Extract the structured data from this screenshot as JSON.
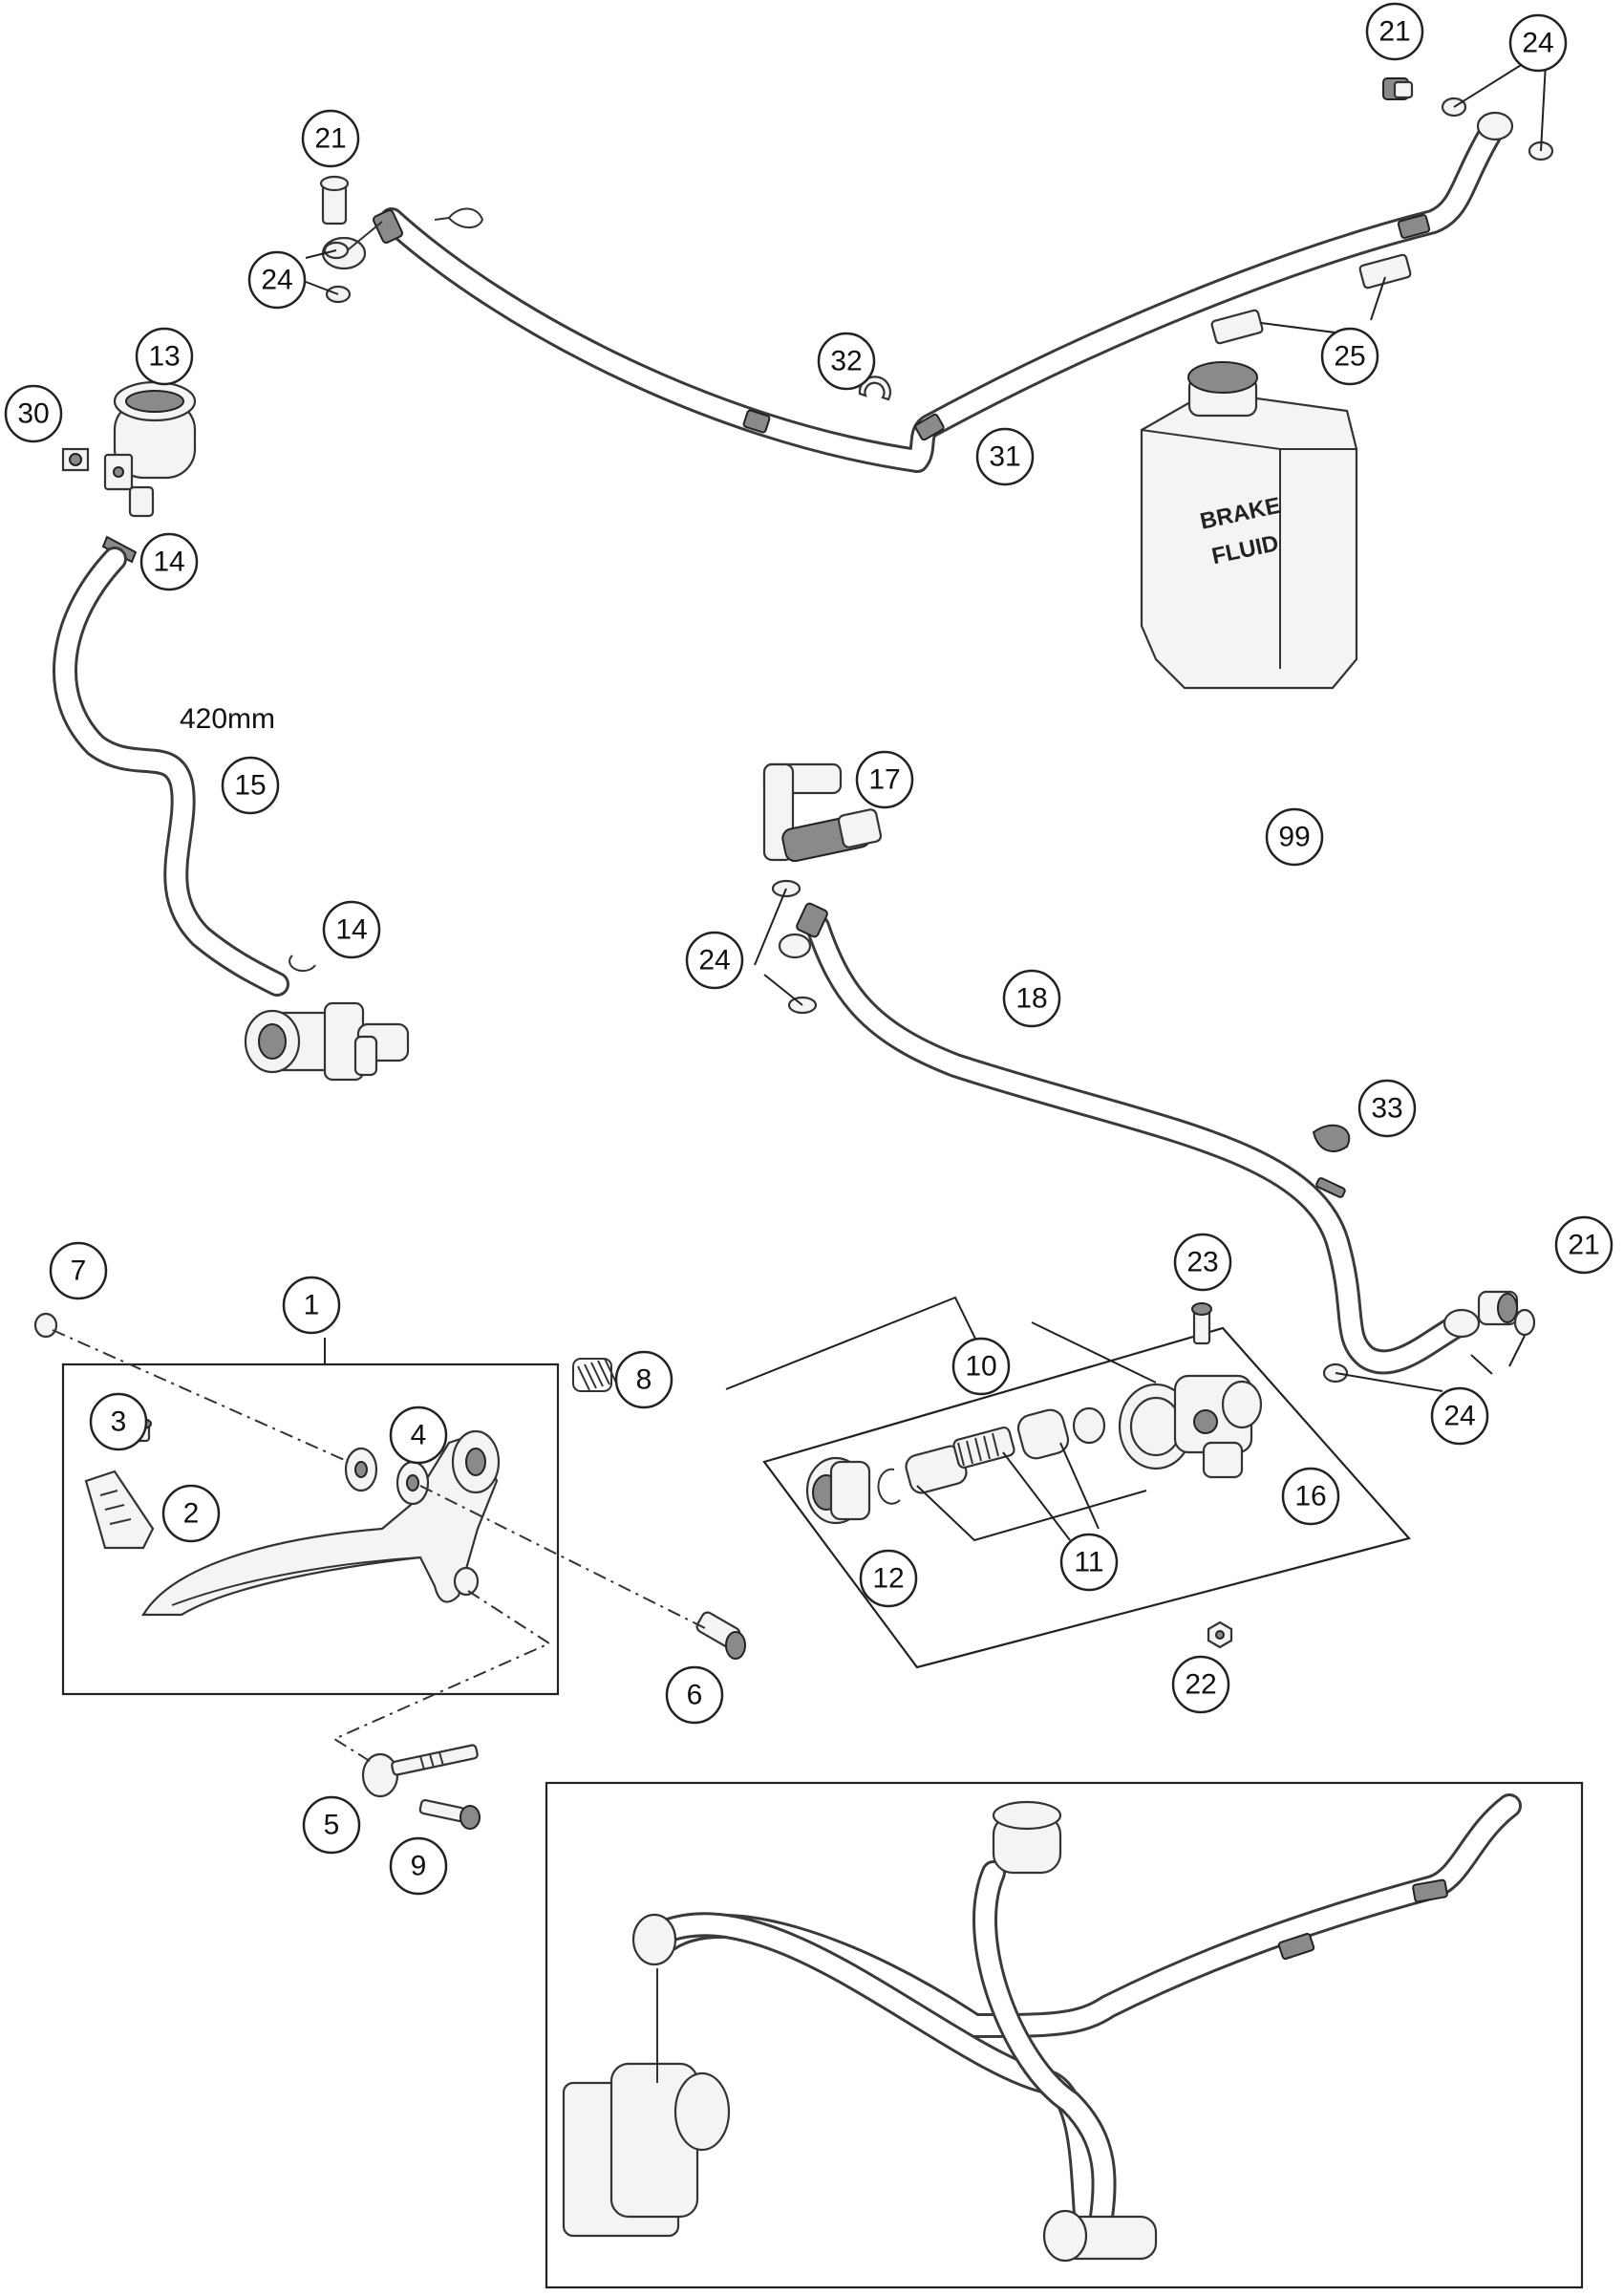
{
  "dimension_label": "420mm",
  "can_label": [
    "BRAKE",
    "FLUID"
  ],
  "callouts": [
    "21",
    "24",
    "21",
    "24",
    "13",
    "30",
    "14",
    "32",
    "31",
    "25",
    "15",
    "14",
    "17",
    "99",
    "24",
    "18",
    "33",
    "7",
    "1",
    "8",
    "23",
    "21",
    "10",
    "3",
    "4",
    "2",
    "24",
    "16",
    "12",
    "11",
    "6",
    "22",
    "5",
    "9"
  ]
}
